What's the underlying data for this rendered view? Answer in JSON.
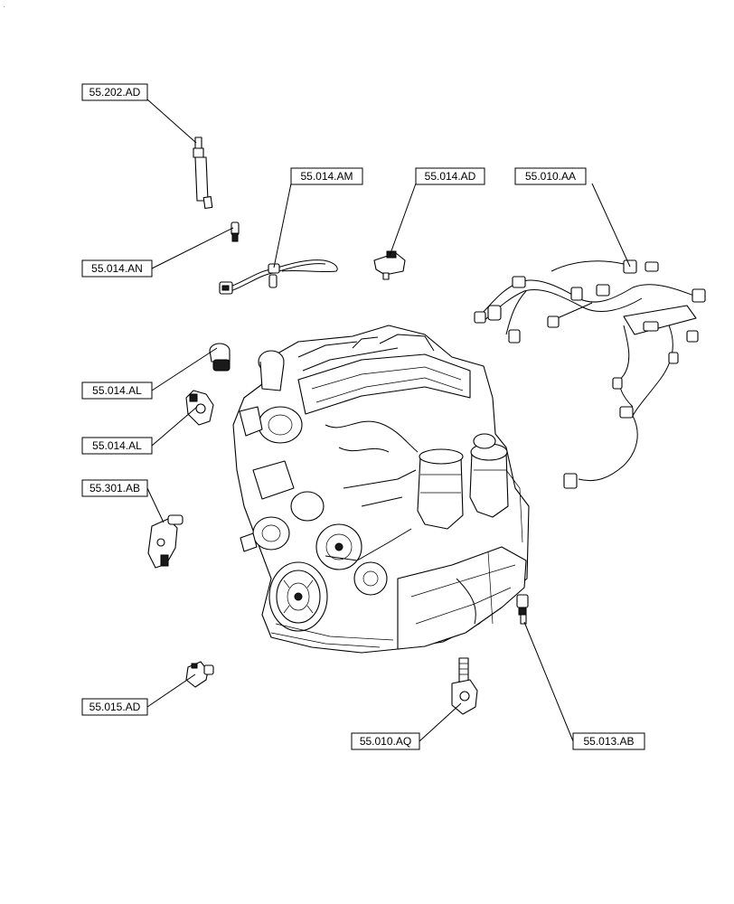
{
  "diagram": {
    "colors": {
      "line": "#000000",
      "background": "#ffffff"
    },
    "callouts": [
      {
        "id": "glow-plug",
        "label": "55.202.AD"
      },
      {
        "id": "sensor-an",
        "label": "55.014.AN"
      },
      {
        "id": "harness-am",
        "label": "55.014.AM"
      },
      {
        "id": "sensor-ad",
        "label": "55.014.AD"
      },
      {
        "id": "harness-main",
        "label": "55.010.AA"
      },
      {
        "id": "sensor-al-1",
        "label": "55.014.AL"
      },
      {
        "id": "sensor-al-2",
        "label": "55.014.AL"
      },
      {
        "id": "sensor-301",
        "label": "55.301.AB"
      },
      {
        "id": "sensor-015",
        "label": "55.015.AD"
      },
      {
        "id": "sensor-aq",
        "label": "55.010.AQ"
      },
      {
        "id": "switch-013",
        "label": "55.013.AB"
      }
    ]
  }
}
